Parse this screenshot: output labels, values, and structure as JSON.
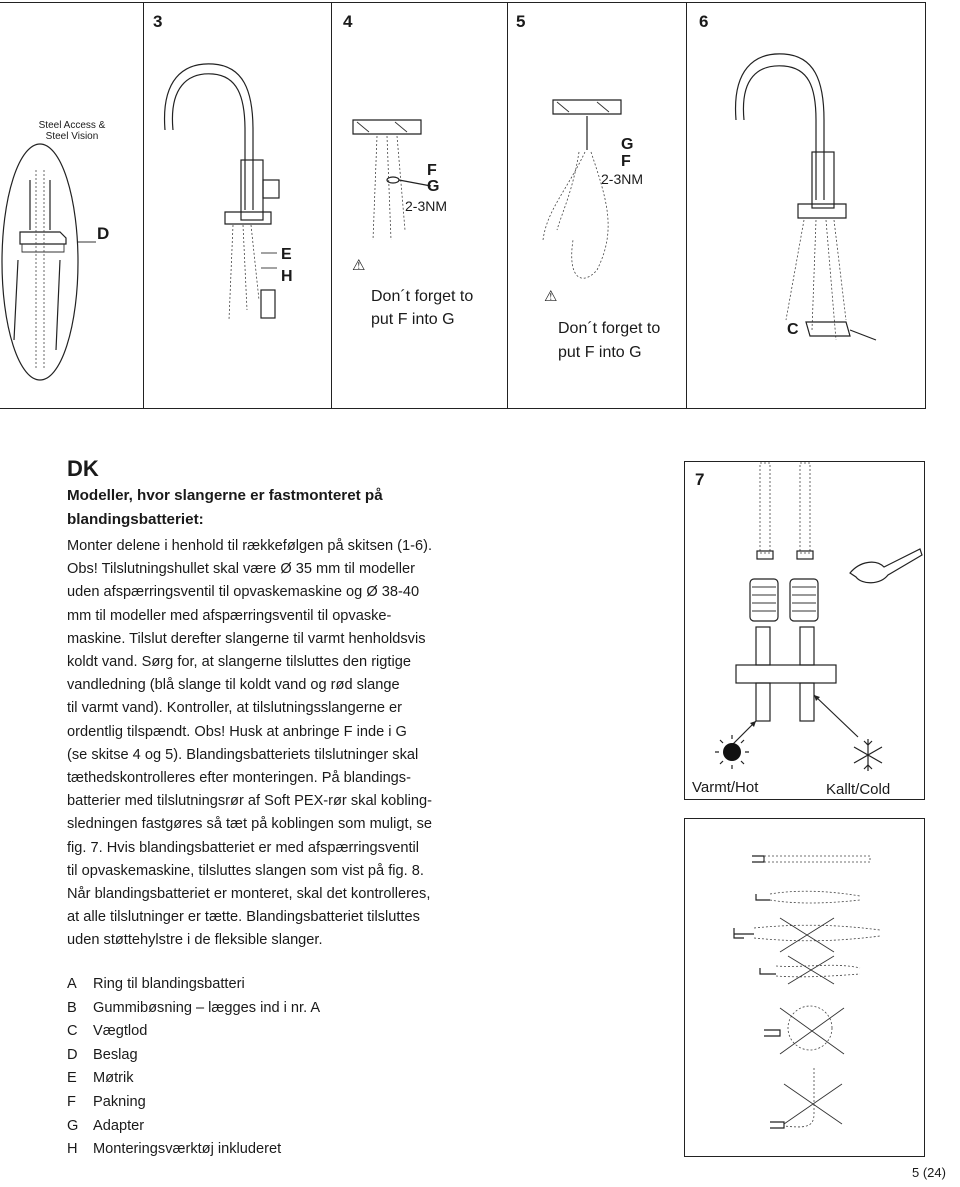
{
  "steps": {
    "s3": "3",
    "s4": "4",
    "s5": "5",
    "s6": "6",
    "s7": "7"
  },
  "panel_left": {
    "caption_line1": "Steel Access &",
    "caption_line2": "Steel Vision",
    "label_d": "D"
  },
  "panel3": {
    "label_e": "E",
    "label_h": "H"
  },
  "panel4": {
    "label_f": "F",
    "label_g": "G",
    "torque": "2-3NM",
    "warning_line1": "Don´t forget to",
    "warning_line2": "put F into G"
  },
  "panel5": {
    "label_g": "G",
    "label_f": "F",
    "torque": "2-3NM",
    "warning_line1": "Don´t forget to",
    "warning_line2": "put F into G"
  },
  "panel6": {
    "label_c": "C"
  },
  "section": {
    "lang": "DK",
    "heading_line1": "Modeller, hvor slangerne er fastmonteret på",
    "heading_line2": "blandingsbatteriet:",
    "body": [
      "Monter delene i henhold til rækkefølgen på skitsen (1-6).",
      "Obs! Tilslutningshullet skal være Ø 35 mm til modeller",
      "uden afspærringsventil til opvaskemaskine og Ø 38-40",
      "mm til modeller med afspærringsventil til opvaske-",
      "maskine. Tilslut derefter slangerne til varmt henholdsvis",
      "koldt vand. Sørg for, at slangerne tilsluttes den rigtige",
      "vandledning (blå slange til koldt vand og rød slange",
      "til varmt vand). Kontroller, at tilslutningsslangerne er",
      "ordentlig tilspændt. Obs! Husk at anbringe F inde i G",
      "(se skitse 4 og 5). Blandingsbatteriets tilslutninger skal",
      "tæthedskontrolleres efter monteringen. På blandings-",
      "batterier med tilslutningsrør af Soft PEX-rør skal kobling-",
      "sledningen fastgøres så tæt på koblingen som muligt, se",
      "fig. 7. Hvis blandingsbatteriet er med afspærringsventil",
      "til opvaskemaskine, tilsluttes slangen som vist på fig. 8.",
      "Når blandingsbatteriet er monteret, skal det kontrolleres,",
      "at alle tilslutninger er tætte. Blandingsbatteriet tilsluttes",
      "uden støttehylstre i de fleksible slanger."
    ]
  },
  "legend": [
    {
      "key": "A",
      "text": "Ring til blandingsbatteri"
    },
    {
      "key": "B",
      "text": "Gummibøsning – lægges ind i nr. A"
    },
    {
      "key": "C",
      "text": "Vægtlod"
    },
    {
      "key": "D",
      "text": "Beslag"
    },
    {
      "key": "E",
      "text": "Møtrik"
    },
    {
      "key": "F",
      "text": "Pakning"
    },
    {
      "key": "G",
      "text": "Adapter"
    },
    {
      "key": "H",
      "text": "Monteringsværktøj inkluderet"
    }
  ],
  "fig7": {
    "hot_label": "Varmt/Hot",
    "cold_label": "Kallt/Cold"
  },
  "footer": {
    "page": "5 (24)"
  }
}
